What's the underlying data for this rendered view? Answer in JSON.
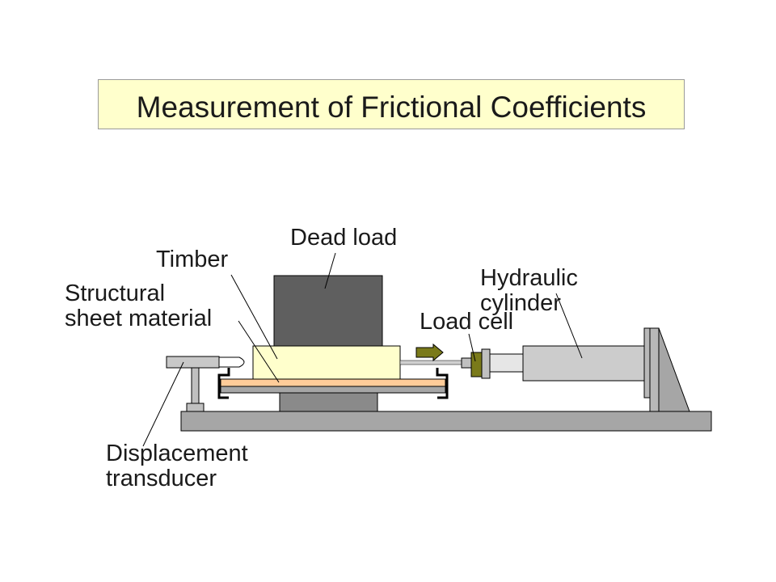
{
  "title": "Measurement of Frictional Coefficients",
  "labels": {
    "dead_load": "Dead load",
    "timber": "Timber",
    "structural_line1": "Structural",
    "structural_line2": "sheet material",
    "hydraulic_line1": "Hydraulic",
    "hydraulic_line2": "cylinder",
    "load_cell": "Load cell",
    "displacement_line1": "Displacement",
    "displacement_line2": "transducer"
  },
  "colors": {
    "title_fill": "#ffffcc",
    "dead_load": "#5f5f5f",
    "timber": "#ffffcc",
    "sheet_material": "#ffcc99",
    "frame": "#a6a6a6",
    "load_cell": "#7a7a1a",
    "arrow": "#7a7a1a",
    "cylinder": "#cccccc"
  }
}
